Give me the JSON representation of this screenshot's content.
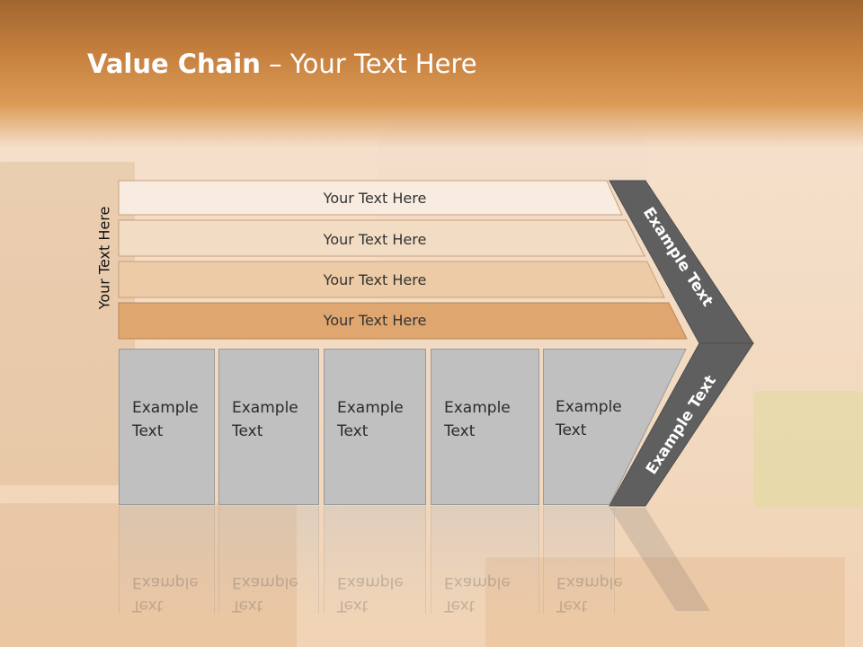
{
  "slide": {
    "title_bold": "Value Chain",
    "title_rest": " – Your Text Here",
    "side_label": "Your Text Here"
  },
  "rows": [
    {
      "label": "Your Text Here",
      "fill": "#f8ece0"
    },
    {
      "label": "Your Text Here",
      "fill": "#f3dcc4"
    },
    {
      "label": "Your Text Here",
      "fill": "#eccba6"
    },
    {
      "label": "Your Text Here",
      "fill": "#dfa670"
    }
  ],
  "columns": [
    {
      "line1": "Example",
      "line2": "Text"
    },
    {
      "line1": "Example",
      "line2": "Text"
    },
    {
      "line1": "Example",
      "line2": "Text"
    },
    {
      "line1": "Example",
      "line2": "Text"
    },
    {
      "line1": "Example",
      "line2": "Text"
    }
  ],
  "chevron": {
    "upper_label": "Example Text",
    "lower_label": "Example Text",
    "color": "#5f5f5f"
  }
}
